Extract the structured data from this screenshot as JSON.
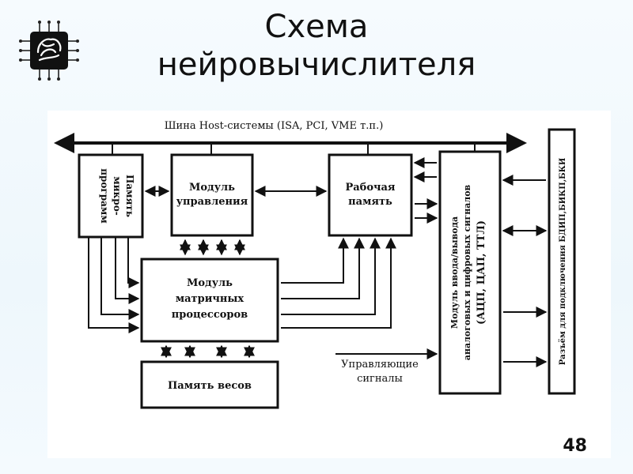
{
  "slide": {
    "title_line1": "Схема",
    "title_line2": "нейровычислителя",
    "page_number": "48",
    "logo_icon": "chip-brain-icon"
  },
  "diagram": {
    "bus_label": "Шина Host-системы (ISA, PCI, VME т.п.)",
    "blocks": {
      "microprogram_memory": [
        "Память",
        "микро-",
        "программ"
      ],
      "control_module": [
        "Модуль",
        "управления"
      ],
      "working_memory": [
        "Рабочая",
        "память"
      ],
      "io_module": [
        "Модуль ввода/вывода",
        "аналоговых и цифровых сигналов",
        "(АЦП, ЦАП, ТТЛ)"
      ],
      "matrix_module": [
        "Модуль",
        "матричных",
        "процессоров"
      ],
      "weights_memory": "Память весов",
      "connector": "Разъём для подключения БДИП,БИКП,БКИ"
    },
    "control_signals": [
      "Управляющие",
      "сигналы"
    ],
    "colors": {
      "line": "#111111",
      "background": "#ffffff",
      "slide_background": "#eef7fc"
    }
  }
}
